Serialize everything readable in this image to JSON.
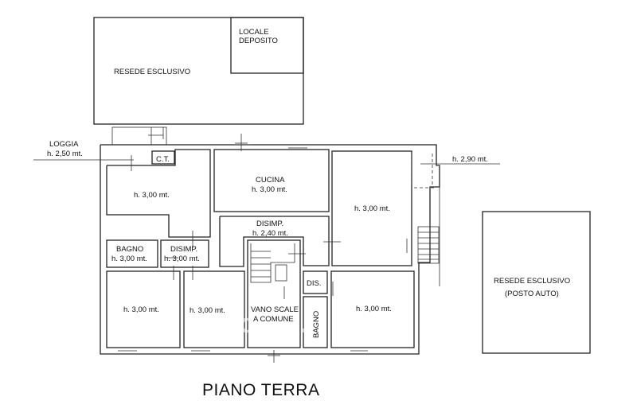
{
  "plan": {
    "title": "PIANO TERRA",
    "watermark": "casa.it",
    "labels": {
      "resede_top": "RESEDE ESCLUSIVO",
      "locale_1": "LOCALE",
      "locale_2": "DEPOSITO",
      "loggia": "LOGGIA",
      "loggia_h": "h. 2,50 mt.",
      "ct": "C.T.",
      "h_right_top": "h. 2,90 mt.",
      "room_ul_h": "h. 3,00 mt.",
      "cucina": "CUCINA",
      "cucina_h": "h. 3,00 mt.",
      "room_r_h": "h. 3,00 mt.",
      "disimp_c": "DISIMP.",
      "disimp_c_h": "h. 2,40 mt.",
      "bagno_l": "BAGNO",
      "bagno_l_h": "h. 3,00 mt.",
      "disimp_l": "DISIMP.",
      "disimp_l_h": "h. 3,00 mt.",
      "dis": "DIS.",
      "room_bl_h": "h. 3,00 mt.",
      "room_bc_h": "h. 3,00 mt.",
      "vano_1": "VANO SCALE",
      "vano_2": "A COMUNE",
      "bagno_v": "BAGNO",
      "room_br_h": "h. 3,00 mt.",
      "resede_right": "RESEDE ESCLUSIVO",
      "posto_auto": "(POSTO AUTO)"
    }
  }
}
